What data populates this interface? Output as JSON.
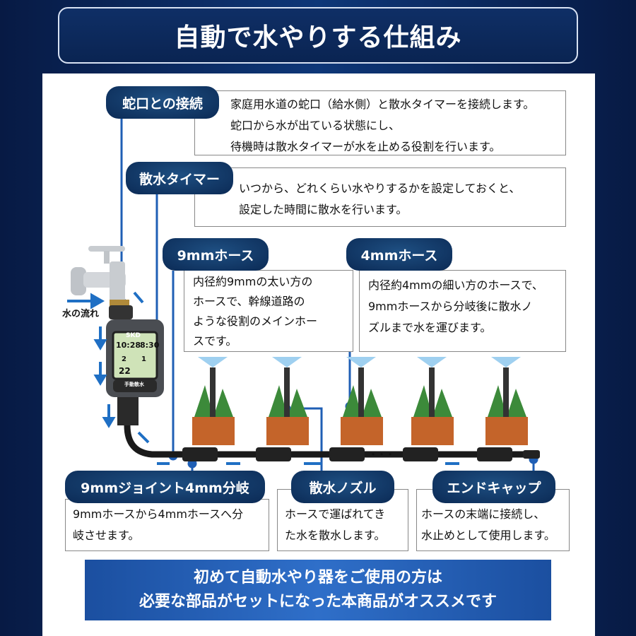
{
  "title": "自動で水やりする仕組み",
  "water_flow_label": "水の流れ",
  "sections": {
    "faucet": {
      "label": "蛇口との接続",
      "lines": [
        "家庭用水道の蛇口（給水側）と散水タイマーを接続します。",
        "蛇口から水が出ている状態にし、",
        "待機時は散水タイマーが水を止める役割を行います。"
      ]
    },
    "timer": {
      "label": "散水タイマー",
      "lines": [
        "いつから、どれくらい水やりするかを設定しておくと、",
        "設定した時間に散水を行います。"
      ]
    },
    "hose9": {
      "label": "9mmホース",
      "lines": [
        "内径約9mmの太い方の",
        "ホースで、幹線道路の",
        "ような役割のメインホー",
        "スです。"
      ]
    },
    "hose4": {
      "label": "4mmホース",
      "lines": [
        "内径約4mmの細い方のホースで、",
        "9mmホースから分岐後に散水ノ",
        "ズルまで水を運びます。"
      ]
    },
    "joint": {
      "label": "9mmジョイント4mm分岐",
      "lines": [
        "9mmホースから4mmホースへ分",
        "岐させます。"
      ]
    },
    "nozzle": {
      "label": "散水ノズル",
      "lines": [
        "ホースで運ばれてき",
        "た水を散水します。"
      ]
    },
    "endcap": {
      "label": "エンドキャップ",
      "lines": [
        "ホースの末端に接続し、",
        "水止めとして使用します。"
      ]
    }
  },
  "timer_device": {
    "brand": "SKD",
    "time": "10:28",
    "start": "8:30",
    "freq": "2",
    "duration": "1",
    "remain": "22",
    "button": "手動散水"
  },
  "ellipsis": "・・・",
  "banner": {
    "line1": "初めて自動水やり器をご使用の方は",
    "line2": "必要な部品がセットになった本商品がオススメです"
  },
  "colors": {
    "navy": "#0b2a55",
    "accent_blue": "#1f5fb5",
    "banner": "#2f6fc9"
  }
}
